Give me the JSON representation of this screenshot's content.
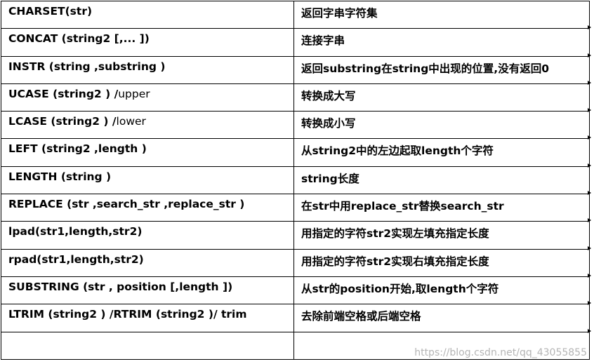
{
  "rows": [
    {
      "fn": "CHARSET(str)",
      "fn_suffix": "",
      "desc": "返回字串字符集"
    },
    {
      "fn": "CONCAT (string2  [,... ])",
      "fn_suffix": "",
      "desc": "连接字串"
    },
    {
      "fn": "INSTR (string ,substring  )",
      "fn_suffix": "",
      "desc": "返回substring在string中出现的位置,没有返回0"
    },
    {
      "fn": "UCASE (string2  ) /",
      "fn_suffix": "upper",
      "desc": "转换成大写"
    },
    {
      "fn": "LCASE (string2  )  /",
      "fn_suffix": "lower",
      "desc": "转换成小写"
    },
    {
      "fn": "LEFT (string2 ,length  )",
      "fn_suffix": "",
      "desc": "从string2中的左边起取length个字符"
    },
    {
      "fn": "LENGTH (string  )",
      "fn_suffix": "",
      "desc": "string长度"
    },
    {
      "fn": "REPLACE (str ,search_str ,replace_str  )",
      "fn_suffix": "",
      "desc": "在str中用replace_str替换search_str"
    },
    {
      "fn": "lpad(str1,length,str2)",
      "fn_suffix": "",
      "desc": "用指定的字符str2实现左填充指定长度"
    },
    {
      "fn": "rpad(str1,length,str2)",
      "fn_suffix": "",
      "desc": "用指定的字符str2实现右填充指定长度"
    },
    {
      "fn": "SUBSTRING (str , position  [,length  ])",
      "fn_suffix": "",
      "desc": "从str的position开始,取length个字符"
    },
    {
      "fn": "LTRIM (string2  ) /RTRIM (string2  )/  trim",
      "fn_suffix": "",
      "desc": "去除前端空格或后端空格"
    },
    {
      "fn": "",
      "fn_suffix": "",
      "desc": ""
    }
  ],
  "watermark": "https://blog.csdn.net/qq_43055855"
}
